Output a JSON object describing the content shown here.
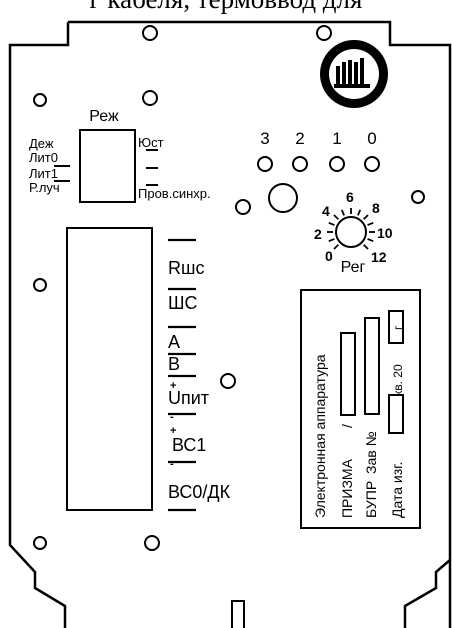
{
  "caption": "г кабеля, термоввод для",
  "mode": {
    "title": "Реж",
    "left_labels": [
      "Деж",
      "Лит0",
      "Лит1",
      "Р.луч"
    ],
    "right_labels": [
      "Юст",
      "Пров.синхр."
    ]
  },
  "indicators": [
    "3",
    "2",
    "1",
    "0"
  ],
  "dial": {
    "title": "Рег",
    "scale": [
      "0",
      "2",
      "4",
      "6",
      "8",
      "10",
      "12"
    ]
  },
  "terminals": [
    "Rшс",
    "ШС",
    "А",
    "В",
    "Uпит",
    "ВС1",
    "ВС0/ДК"
  ],
  "polarity": [
    "+",
    "-",
    "+",
    "-"
  ],
  "label_panel": {
    "title": "Электронная аппаратура",
    "product": "ПРИЗМА",
    "separator": "/",
    "unit": "БУПР",
    "serial": "Зав №",
    "date": "Дата изг.",
    "quarter": "кв. 20",
    "year_suffix": "г"
  },
  "logo": "ɱ"
}
